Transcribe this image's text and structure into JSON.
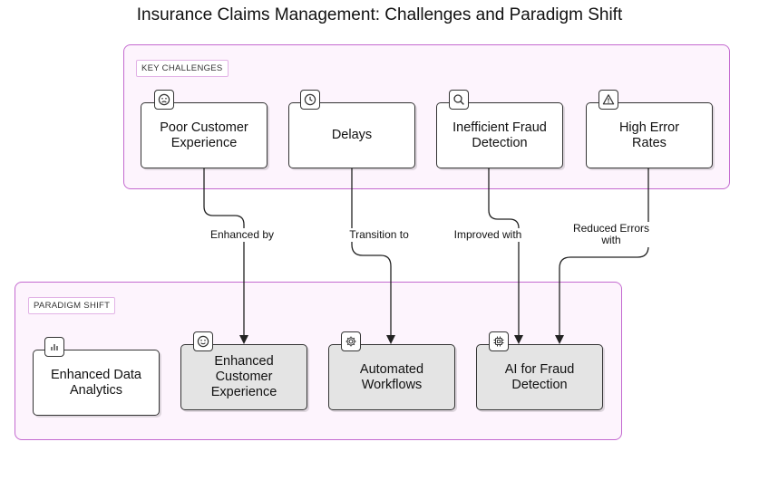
{
  "title": "Insurance Claims Management: Challenges and Paradigm Shift",
  "groups": {
    "challenges": {
      "label": "KEY CHALLENGES"
    },
    "shift": {
      "label": "PARADIGM SHIFT"
    }
  },
  "nodes": {
    "poor_cx": {
      "label": "Poor Customer Experience",
      "icon": "sad-face-icon"
    },
    "delays": {
      "label": "Delays",
      "icon": "clock-icon"
    },
    "fraud": {
      "label": "Inefficient Fraud Detection",
      "icon": "search-icon"
    },
    "errors": {
      "label": "High Error Rates",
      "icon": "warning-icon"
    },
    "analytics": {
      "label": "Enhanced Data Analytics",
      "icon": "bar-chart-icon"
    },
    "enhanced_cx": {
      "label": "Enhanced Customer Experience",
      "icon": "smile-face-icon"
    },
    "workflows": {
      "label": "Automated Workflows",
      "icon": "gear-icon"
    },
    "ai_fraud": {
      "label": "AI for Fraud Detection",
      "icon": "chip-icon"
    }
  },
  "edges": [
    {
      "from": "poor_cx",
      "to": "enhanced_cx",
      "label": "Enhanced by"
    },
    {
      "from": "delays",
      "to": "workflows",
      "label": "Transition to"
    },
    {
      "from": "fraud",
      "to": "ai_fraud",
      "label": "Improved with"
    },
    {
      "from": "errors",
      "to": "ai_fraud",
      "label": "Reduced Errors with"
    }
  ],
  "colors": {
    "group_border": "#c46ad0",
    "group_fill": "#fdf4fd",
    "node_border": "#333333",
    "highlight_fill": "#e4e4e4"
  }
}
